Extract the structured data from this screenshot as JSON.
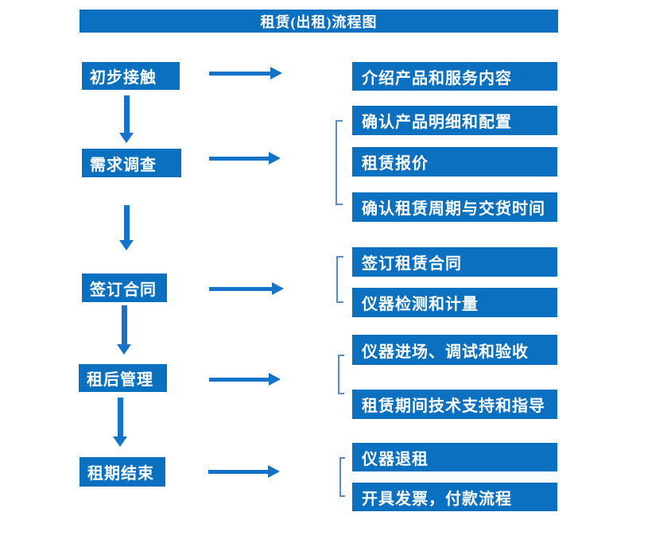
{
  "title": "租赁(出租)流程图",
  "colors": {
    "box_blue": "#0a70bf",
    "arrow_blue": "#1473c8",
    "bracket_blue": "#5b8ac6",
    "text_white": "#ffffff",
    "background": "#ffffff"
  },
  "steps": [
    {
      "label": "初步接触",
      "details": [
        "介绍产品和服务内容"
      ]
    },
    {
      "label": "需求调查",
      "details": [
        "确认产品明细和配置",
        "租赁报价",
        "确认租赁周期与交货时间"
      ]
    },
    {
      "label": "签订合同",
      "details": [
        "签订租赁合同",
        "仪器检测和计量"
      ]
    },
    {
      "label": "租后管理",
      "details": [
        "仪器进场、调试和验收",
        "租赁期间技术支持和指导"
      ]
    },
    {
      "label": "租期结束",
      "details": [
        "仪器退租",
        "开具发票，付款流程"
      ]
    }
  ]
}
